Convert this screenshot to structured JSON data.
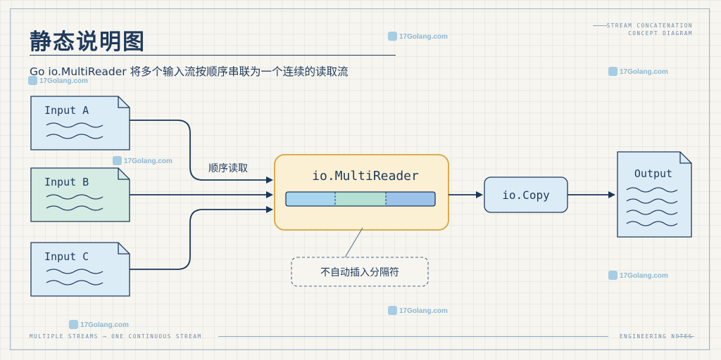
{
  "title": "静态说明图",
  "subtitle": "Go io.MultiReader 将多个输入流按顺序串联为一个连续的读取流",
  "header_tag": {
    "line1": "STREAM CONCATENATION",
    "line2": "CONCEPT DIAGRAM"
  },
  "footer": {
    "left": "MULTIPLE STREAMS ⟶ ONE CONTINUOUS STREAM",
    "right": "ENGINEERING NOTES"
  },
  "watermark": "17Golang.com",
  "inputs": [
    {
      "label": "Input A",
      "color": "#dcecf7"
    },
    {
      "label": "Input B",
      "color": "#d4ece4"
    },
    {
      "label": "Input C",
      "color": "#dcecf7"
    }
  ],
  "edge_label": "顺序读取",
  "multireader": {
    "label": "io.MultiReader",
    "border": "#d4a43c",
    "fill": "#fbf0d4"
  },
  "copy": {
    "label": "io.Copy"
  },
  "output": {
    "label": "Output"
  },
  "note": "不自动插入分隔符",
  "colors": {
    "ink": "#1f3a5c",
    "line": "#17365a",
    "seg1": "#a9d6ef",
    "seg2": "#b5e0d4",
    "seg3": "#9ec3ea"
  }
}
